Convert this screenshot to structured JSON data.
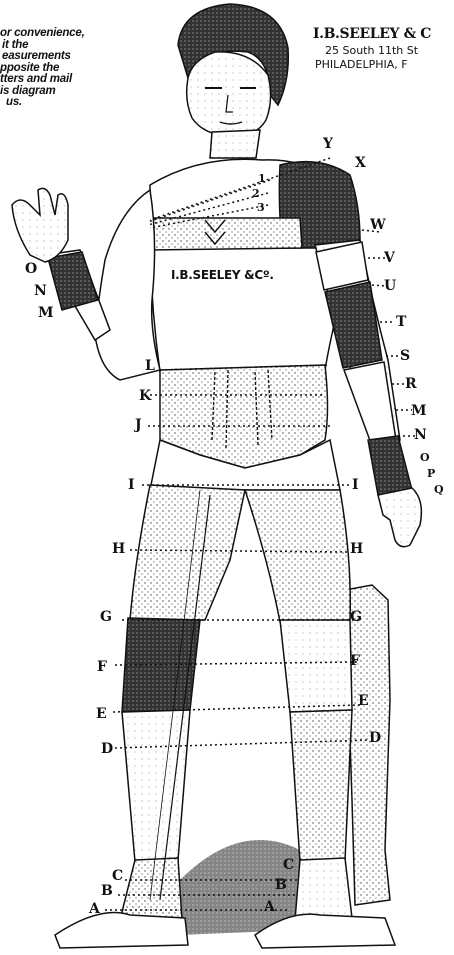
{
  "instructions": {
    "lines": [
      "or convenience,",
      "it the",
      "easurements",
      "pposite the",
      "tters and mail",
      "is diagram",
      "us."
    ]
  },
  "company": {
    "name": "I.B.SEELEY & C",
    "address": "25 South 11th St",
    "city": "PHILADELPHIA, F"
  },
  "bandage_brand": "I.B.SEELEY &Cº.",
  "measurement_labels": {
    "Y": "Y",
    "X": "X",
    "n1": "1",
    "n2": "2",
    "n3": "3",
    "W": "W",
    "V": "V",
    "U": "U",
    "T": "T",
    "S": "S",
    "R": "R",
    "M_right": "M",
    "N_right": "N",
    "O_right": "O",
    "P": "P",
    "Q": "Q",
    "O_left": "O",
    "N_left": "N",
    "M_left": "M",
    "L": "L",
    "K": "K",
    "J": "J",
    "I_left": "I",
    "I_right": "I",
    "H_left": "H",
    "H_right": "H",
    "G_left": "G",
    "G_right": "G",
    "F_left": "F",
    "F_right": "F",
    "E_left": "E",
    "E_right": "E",
    "D_left": "D",
    "D_right": "D",
    "C_left": "C",
    "C_right": "C",
    "B_left": "B",
    "B_right": "B",
    "A_left": "A",
    "A_right": "A"
  }
}
